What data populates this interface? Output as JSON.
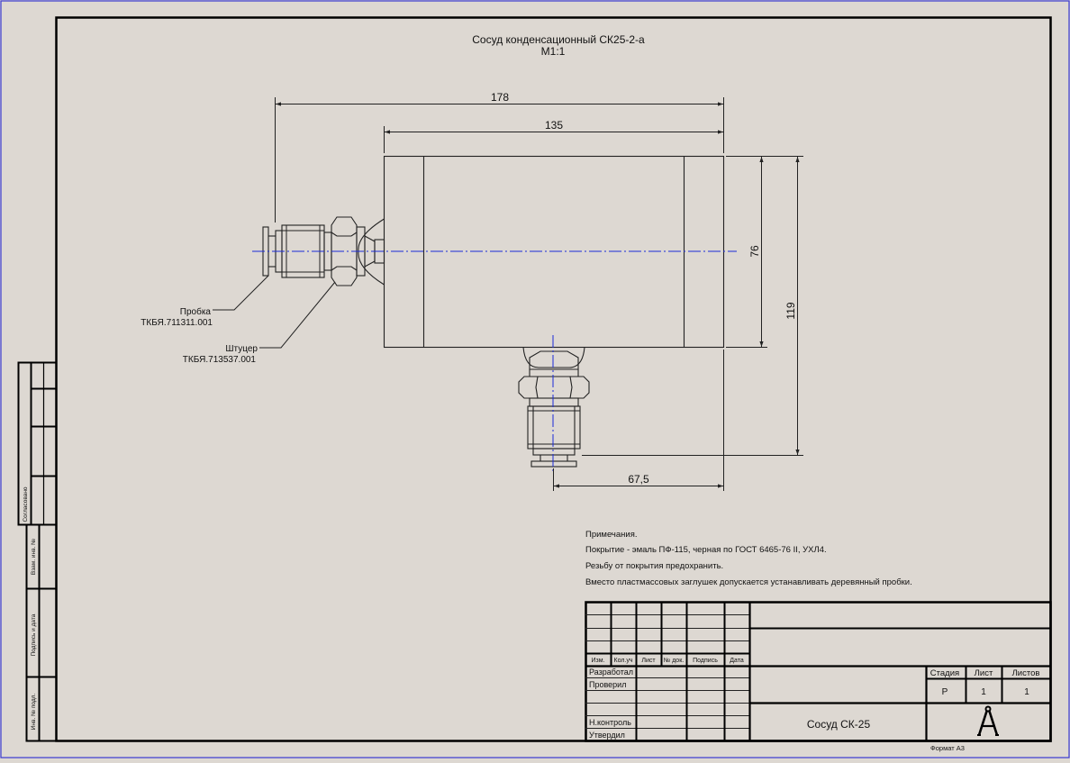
{
  "drawing": {
    "title": "Сосуд конденсационный СК25-2-а",
    "scale": "М1:1",
    "dims": {
      "overall_length": "178",
      "body_length": "135",
      "body_height": "76",
      "overall_height": "119",
      "bottom_offset": "67,5"
    },
    "callouts": {
      "plug_name": "Пробка",
      "plug_code": "ТКБЯ.711311.001",
      "fitting_name": "Штуцер",
      "fitting_code": "ТКБЯ.713537.001"
    },
    "notes": [
      "Примечания.",
      "Покрытие - эмаль ПФ-115, черная по ГОСТ 6465-76 II, УХЛ4.",
      "Резьбу от покрытия предохранить.",
      "Вместо пластмассовых заглушек допускается устанавливать деревянный пробки."
    ]
  },
  "side_stamp": {
    "approved": "Согласовано",
    "ref_inv": "Взам. инв. №",
    "sign_date": "Подпись и дата",
    "inv_orig": "Инв. № подл."
  },
  "title_block": {
    "headers": [
      "Изм.",
      "Кол.уч",
      "Лист",
      "№ док.",
      "Подпись",
      "Дата"
    ],
    "roles": [
      "Разработал",
      "Проверил",
      "Н.контроль",
      "Утвердил"
    ],
    "stage_label": "Стадия",
    "sheet_label": "Лист",
    "sheets_label": "Листов",
    "stage_value": "Р",
    "sheet_value": "1",
    "sheets_value": "1",
    "name": "Сосуд СК-25",
    "format": "Формат А3"
  },
  "colors": {
    "paper": "#ddd8d2",
    "axis_line": "#1a2ad8",
    "outer_border": "#3a3ad0"
  },
  "icons": {
    "logo": "compass-icon"
  }
}
